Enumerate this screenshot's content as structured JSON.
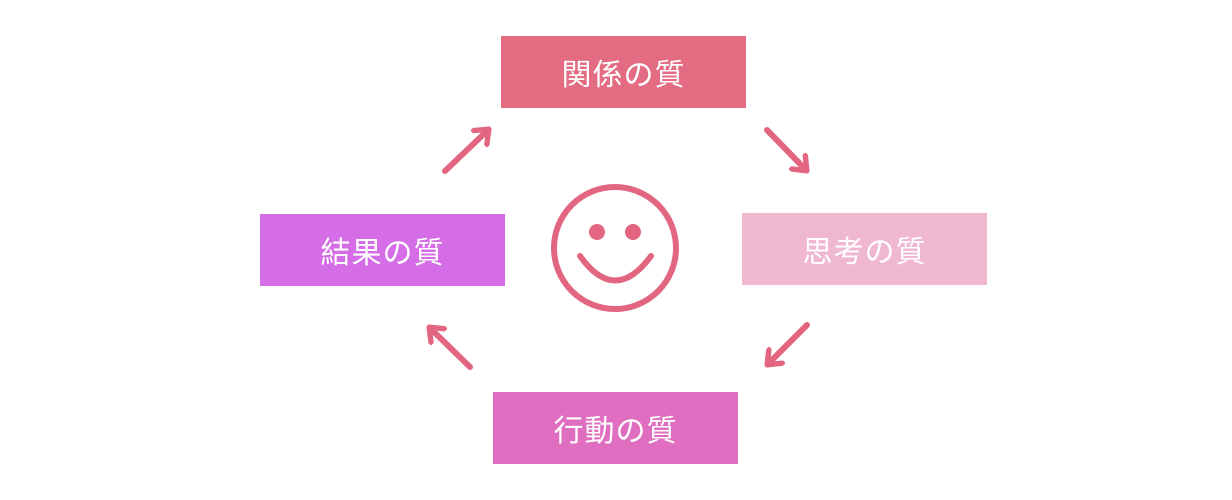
{
  "boxes": {
    "top": {
      "label": "関係の質",
      "color": "#e36b82"
    },
    "right": {
      "label": "思考の質",
      "color": "#f0b7d1"
    },
    "bottom": {
      "label": "行動の質",
      "color": "#df6ec0"
    },
    "left": {
      "label": "結果の質",
      "color": "#d56de6"
    }
  },
  "arrow_color": "#e2667f",
  "smiley_color": "#e2667f"
}
